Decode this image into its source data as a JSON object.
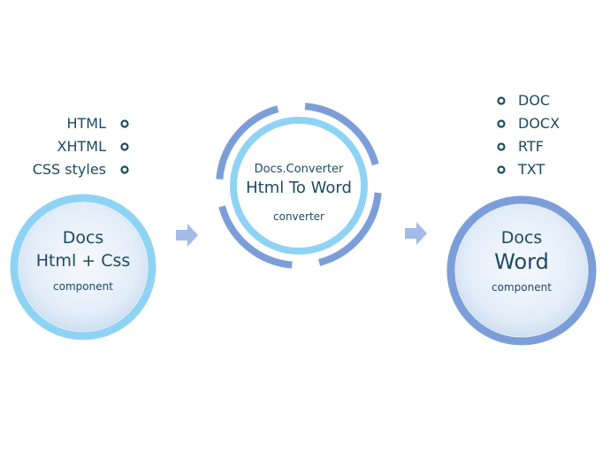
{
  "input_formats": [
    "HTML",
    "XHTML",
    "CSS styles"
  ],
  "output_formats": [
    "DOC",
    "DOCX",
    "RTF",
    "TXT"
  ],
  "source_component": {
    "line1": "Docs",
    "line2": "Html + Css",
    "line3": "component"
  },
  "converter": {
    "line1": "Docs.Converter",
    "line2": "Html To Word",
    "line3": "converter"
  },
  "target_component": {
    "line1": "Docs",
    "line2": "Word",
    "line3": "component"
  },
  "colors": {
    "ring_light": "#8fd3f4",
    "ring_dark": "#7c9ed8",
    "fill_center": "#f4f8fc",
    "fill_edge": "#cfe0f1",
    "text": "#1c4a63",
    "arrow": "#a3bbe6"
  }
}
